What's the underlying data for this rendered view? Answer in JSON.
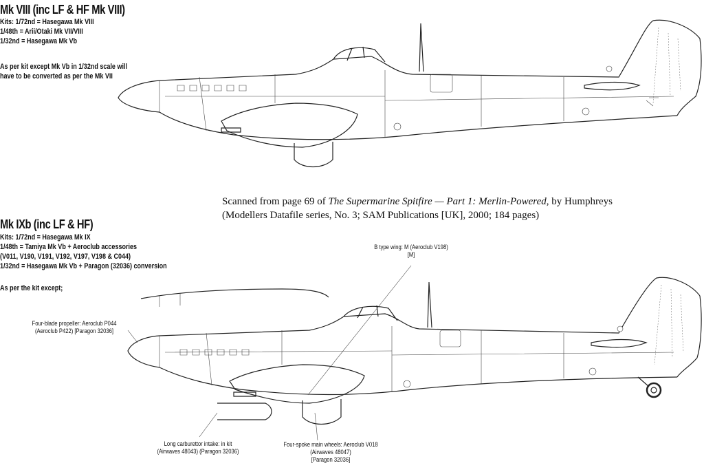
{
  "mk8": {
    "title": "Mk VIII (inc LF & HF Mk VIII)",
    "kits": [
      "Kits: 1/72nd = Hasegawa Mk VIII",
      "1/48th = Arii/Otaki Mk VII/VIII",
      "1/32nd = Hasegawa Mk Vb"
    ],
    "note": [
      "As per kit except Mk Vb in 1/32nd scale will",
      "have to be converted as per the Mk VII"
    ]
  },
  "caption": {
    "prefix": "Scanned from page 69 of ",
    "book_title": "The Supermarine Spitfire — Part 1: Merlin-Powered",
    "suffix": ", by Humphreys",
    "line2": "(Modellers Datafile series, No. 3; SAM Publications [UK], 2000; 184 pages)"
  },
  "mk9": {
    "title": "Mk IXb (inc LF & HF)",
    "kits": [
      "Kits: 1/72nd = Hasegawa Mk IX",
      "1/48th = Tamiya Mk Vb + Aeroclub accessories",
      "(V011, V190, V191, V192, V197, V198 & C044)",
      "1/32nd = Hasegawa Mk Vb + Paragon (32036) conversion"
    ],
    "note": "As per the kit except;"
  },
  "callouts": {
    "wing": [
      "B type wing: M (Aeroclub V198)",
      "[M]"
    ],
    "propeller": [
      "Four-blade propeller: Aeroclub P044",
      "(Aeroclub P422) [Paragon 32036]"
    ],
    "carb": [
      "Long carburettor intake: in kit",
      "(Airwaves 48043) (Paragon 32036)"
    ],
    "wheels": [
      "Four-spoke main wheels: Aeroclub V018",
      "(Airwaves 48047)",
      "[Paragon 32036]"
    ]
  }
}
